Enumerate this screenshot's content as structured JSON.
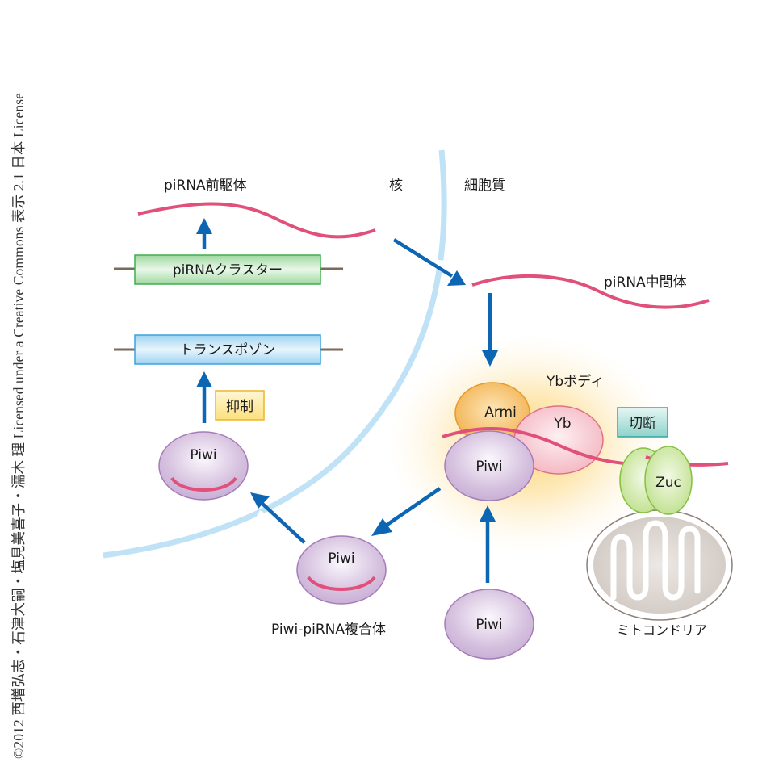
{
  "credit": "©2012 西増弘志・石津大嗣・塩見美喜子・濡木 理 Licensed under a Creative Commons 表示 2.1 日本 License",
  "compartments": {
    "nucleus": "核",
    "cytoplasm": "細胞質"
  },
  "labels": {
    "precursor": "piRNA前駆体",
    "intermediate": "piRNA中間体",
    "yb_body": "Ybボディ",
    "complex": "Piwi-piRNA複合体",
    "mitochondria": "ミトコンドリア"
  },
  "genes": {
    "cluster": "piRNAクラスター",
    "transposon": "トランスポゾン"
  },
  "badges": {
    "repress": "抑制",
    "cleave": "切断"
  },
  "proteins": {
    "piwi": "Piwi",
    "armi": "Armi",
    "yb": "Yb",
    "zuc": "Zuc"
  },
  "colors": {
    "rna": "#e0507a",
    "arrow": "#0d66b3",
    "membrane": "#bfe2f6",
    "piwi": "#d4bcdc",
    "armi": "#f3b85c",
    "yb": "#f6bfc8",
    "zuc": "#c8e49a",
    "cluster": "#b4e0b4",
    "transposon": "#b7def4",
    "repress_badge": "#fbe58f",
    "cleave_badge": "#a6dcd6",
    "mito": "#d6d0cb"
  }
}
